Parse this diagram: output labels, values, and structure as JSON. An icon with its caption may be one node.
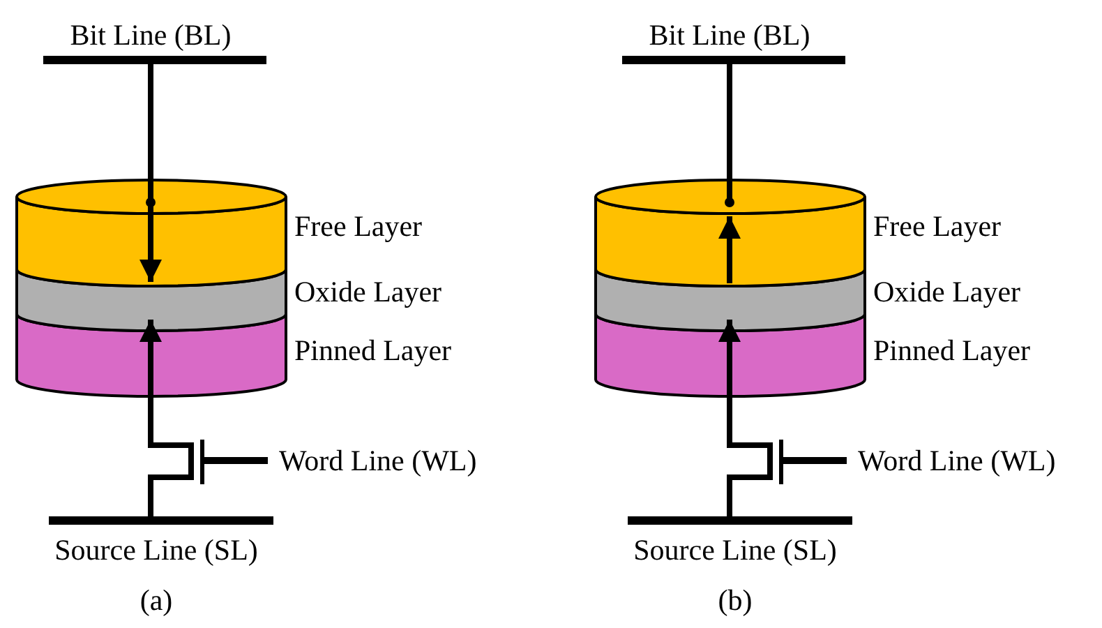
{
  "diagram": {
    "labels": [
      "Bit Line (BL)",
      "Bit Line (BL)",
      "Free Layer",
      "Free Layer",
      "Oxide Layer",
      "Oxide Layer",
      "Pinned Layer",
      "Pinned Layer",
      "Word Line (WL)",
      "Word Line (WL)",
      "Source Line (SL)",
      "Source Line (SL)",
      "(a)",
      "(b)"
    ]
  }
}
